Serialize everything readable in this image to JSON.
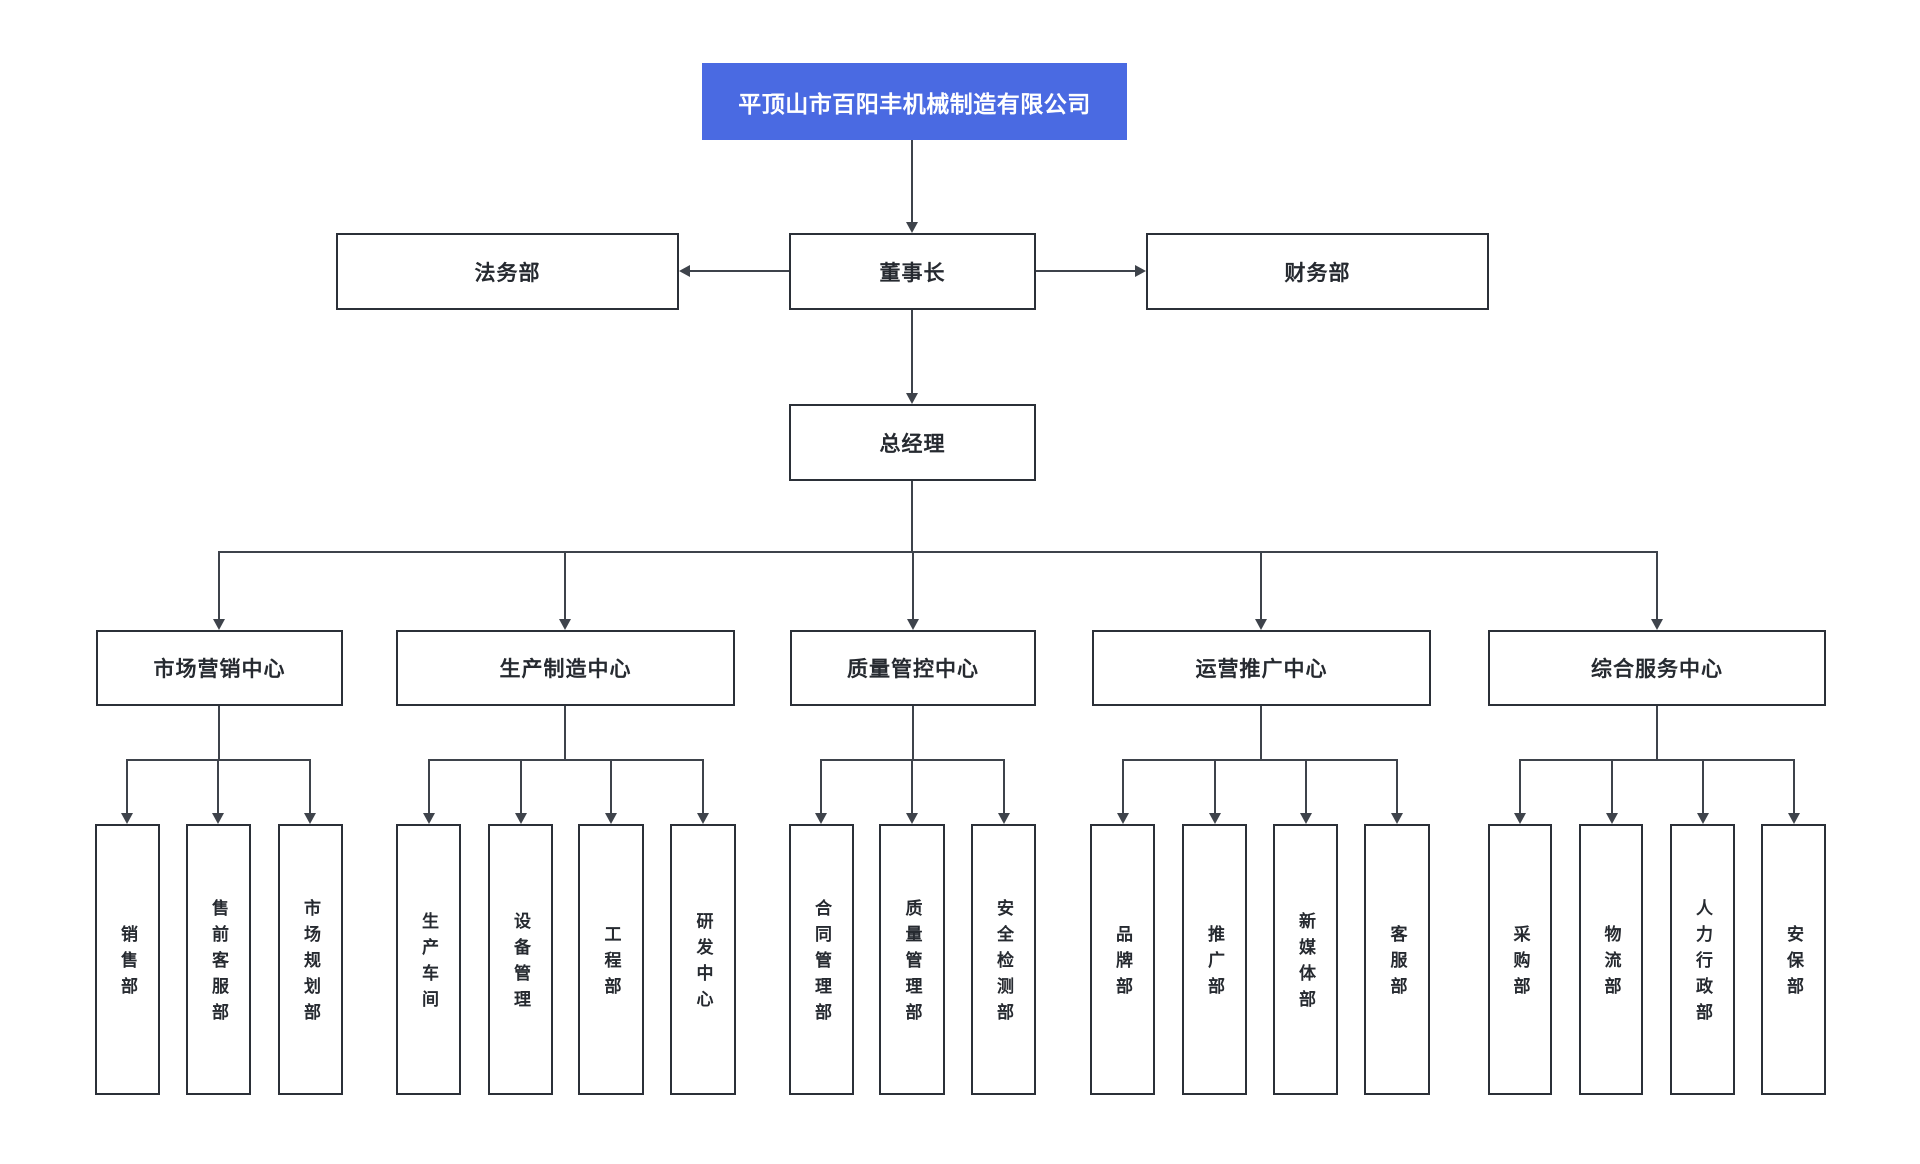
{
  "title": {
    "label": "平顶山市百阳丰机械制造有限公司"
  },
  "level2": {
    "legal": {
      "label": "法务部"
    },
    "chairman": {
      "label": "董事长"
    },
    "finance": {
      "label": "财务部"
    }
  },
  "level3": {
    "general_manager": {
      "label": "总经理"
    }
  },
  "centers": [
    {
      "label": "市场营销中心",
      "children": [
        {
          "label": "销售部"
        },
        {
          "label": "售前客服部"
        },
        {
          "label": "市场规划部"
        }
      ]
    },
    {
      "label": "生产制造中心",
      "children": [
        {
          "label": "生产车间"
        },
        {
          "label": "设备管理"
        },
        {
          "label": "工程部"
        },
        {
          "label": "研发中心"
        }
      ]
    },
    {
      "label": "质量管控中心",
      "children": [
        {
          "label": "合同管理部"
        },
        {
          "label": "质量管理部"
        },
        {
          "label": "安全检测部"
        }
      ]
    },
    {
      "label": "运营推广中心",
      "children": [
        {
          "label": "品牌部"
        },
        {
          "label": "推广部"
        },
        {
          "label": "新媒体部"
        },
        {
          "label": "客服部"
        }
      ]
    },
    {
      "label": "综合服务中心",
      "children": [
        {
          "label": "采购部"
        },
        {
          "label": "物流部"
        },
        {
          "label": "人力行政部"
        },
        {
          "label": "安保部"
        }
      ]
    }
  ],
  "colors": {
    "root_fill": "#4a6ae2",
    "root_text": "#ffffff",
    "box_border": "#2b3038",
    "connector_line": "#3e434b",
    "text": "#262a30",
    "background": "#ffffff"
  }
}
